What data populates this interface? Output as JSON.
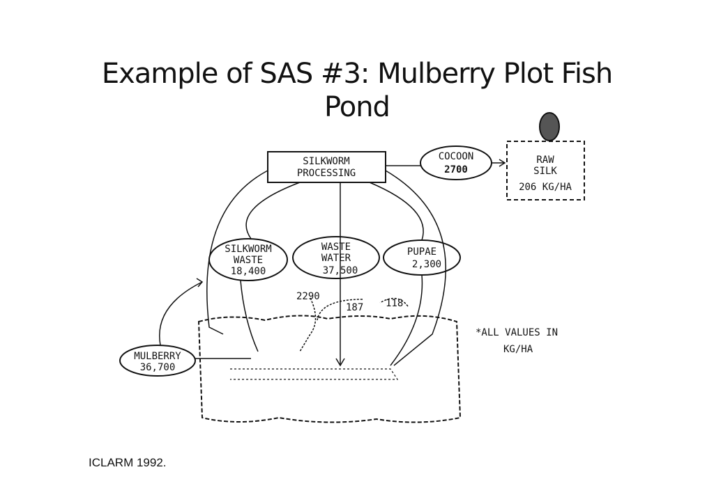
{
  "title_line1": "Example of SAS #3: Mulberry Plot Fish",
  "title_line2": "Pond",
  "citation": "ICLARM 1992.",
  "diagram": {
    "processing": [
      "SILKWORM",
      "PROCESSING"
    ],
    "cocoon": [
      "COCOON",
      "2700"
    ],
    "raw_silk": [
      "RAW",
      "SILK",
      "206 KG/HA"
    ],
    "silkworm_waste": [
      "SILKWORM",
      "WASTE",
      "18,400"
    ],
    "waste_water": [
      "WASTE",
      "WATER",
      "37,500"
    ],
    "pupae": [
      "PUPAE",
      "2,300"
    ],
    "mulberry": [
      "MULBERRY",
      "36,700"
    ],
    "flows": [
      "2290",
      "187",
      "118"
    ],
    "note": [
      "*ALL VALUES IN",
      "KG/HA"
    ]
  }
}
